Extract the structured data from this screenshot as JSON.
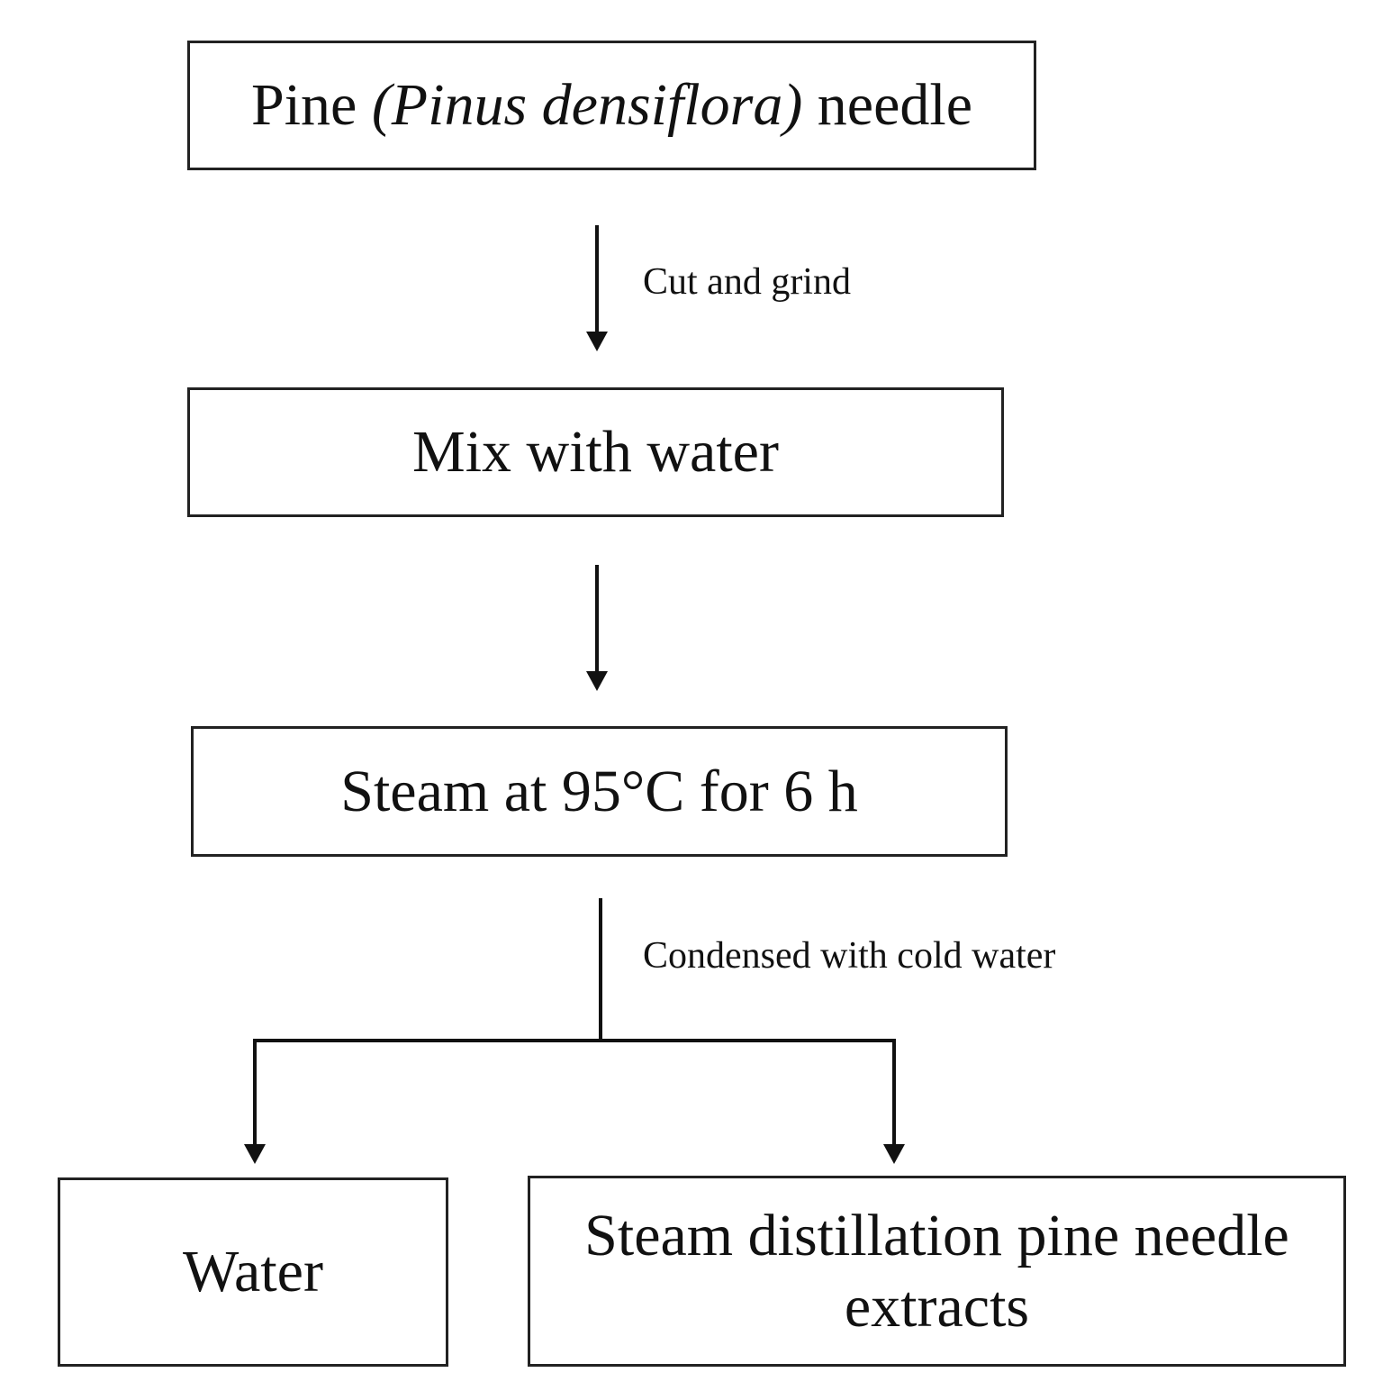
{
  "flowchart": {
    "nodes": {
      "start": {
        "prefix": "Pine ",
        "species": "(Pinus densiflora)",
        "suffix": " needle"
      },
      "mix": "Mix with water",
      "steam": "Steam at 95°C for 6 h",
      "water": "Water",
      "extract_line1": "Steam distillation pine needle",
      "extract_line2": "extracts"
    },
    "edges": {
      "cut_grind": "Cut and grind",
      "condensed": "Condensed with cold water"
    }
  },
  "colors": {
    "stroke": "#222222",
    "text": "#111111",
    "background": "#ffffff"
  }
}
